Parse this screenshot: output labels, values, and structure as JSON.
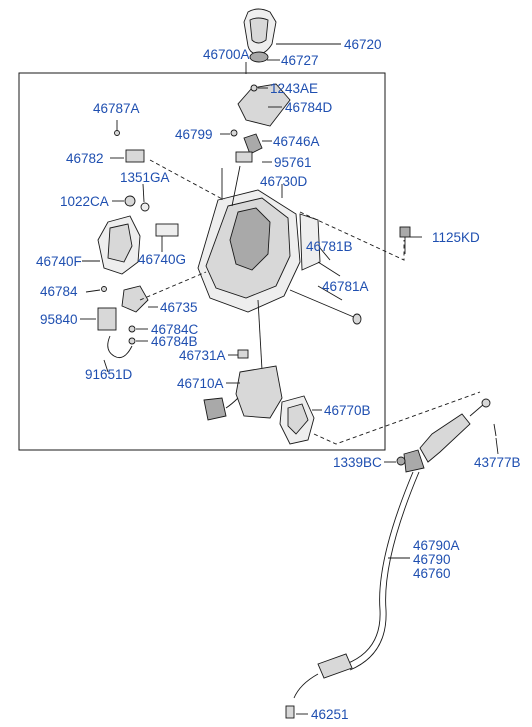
{
  "parts": {
    "p46720": "46720",
    "p46727": "46727",
    "p46700A": "46700A",
    "p1243AE": "1243AE",
    "p46784D": "46784D",
    "p46787A": "46787A",
    "p46799": "46799",
    "p46746A": "46746A",
    "p46782": "46782",
    "p95761": "95761",
    "p1351GA": "1351GA",
    "p46730D": "46730D",
    "p1022CA": "1022CA",
    "p1125KD": "1125KD",
    "p46781B": "46781B",
    "p46740F": "46740F",
    "p46740G": "46740G",
    "p46781A": "46781A",
    "p46784": "46784",
    "p46735": "46735",
    "p95840": "95840",
    "p46784C": "46784C",
    "p46784B": "46784B",
    "p46731A": "46731A",
    "p91651D": "91651D",
    "p46710A": "46710A",
    "p46770B": "46770B",
    "p1339BC": "1339BC",
    "p43777B": "43777B",
    "p46790A": "46790A",
    "p46790": "46790",
    "p46760": "46760",
    "p46251": "46251"
  }
}
